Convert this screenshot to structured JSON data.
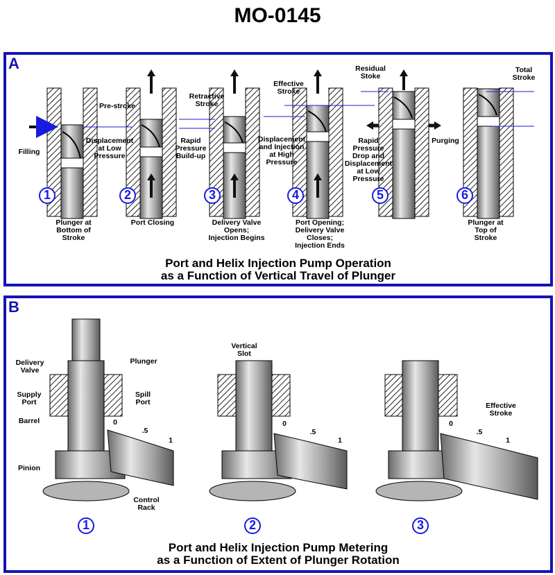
{
  "title": "MO-0145",
  "panel_a": {
    "letter": "A",
    "caption_line1": "Port and Helix Injection Pump Operation",
    "caption_line2": "as a Function of Vertical Travel of Plunger",
    "steps": [
      {
        "number": "1",
        "side_label": "Filling",
        "bottom_label": "Plunger at\nBottom of\nStroke"
      },
      {
        "number": "2",
        "side_label": "Displacement\nat Low\nPressure",
        "bottom_label": "Port Closing"
      },
      {
        "number": "3",
        "side_label": "Rapid\nPressure\nBuild-up",
        "bottom_label": "Delivery Valve\nOpens;\nInjection Begins"
      },
      {
        "number": "4",
        "side_label": "Displacement\nand Injection\nat High\nPressure",
        "bottom_label": "Port Opening;\nDelivery Valve\nCloses;\nInjection Ends"
      },
      {
        "number": "5",
        "side_label": "Rapid\nPressure\nDrop and\nDisplacement\nat Low\nPressure",
        "bottom_label": ""
      },
      {
        "number": "6",
        "side_label": "Purging",
        "bottom_label": "Plunger at\nTop of\nStroke"
      }
    ],
    "stroke_labels": {
      "pre_stroke": "Pre-stroke",
      "retractive_stroke": "Retractive\nStroke",
      "effective_stroke": "Effective\nStroke",
      "residual_stroke": "Residual\nStoke",
      "total_stroke": "Total\nStroke"
    }
  },
  "panel_b": {
    "letter": "B",
    "caption_line1": "Port and Helix Injection Pump Metering",
    "caption_line2": "as a Function of Extent of Plunger Rotation",
    "numbers": [
      "1",
      "2",
      "3"
    ],
    "part_labels": {
      "delivery_valve": "Delivery\nValve",
      "plunger": "Plunger",
      "supply_port": "Supply\nPort",
      "spill_port": "Spill\nPort",
      "barrel": "Barrel",
      "pinion": "Pinion",
      "control_rack": "Control\nRack",
      "vertical_slot": "Vertical\nSlot",
      "effective_stroke": "Effective\nStroke"
    },
    "scale_ticks": [
      "0",
      ".5",
      "1"
    ]
  },
  "colors": {
    "accent": "#1414b4",
    "number_blue": "#1a1ae0",
    "metal": "#a8a8a8"
  }
}
